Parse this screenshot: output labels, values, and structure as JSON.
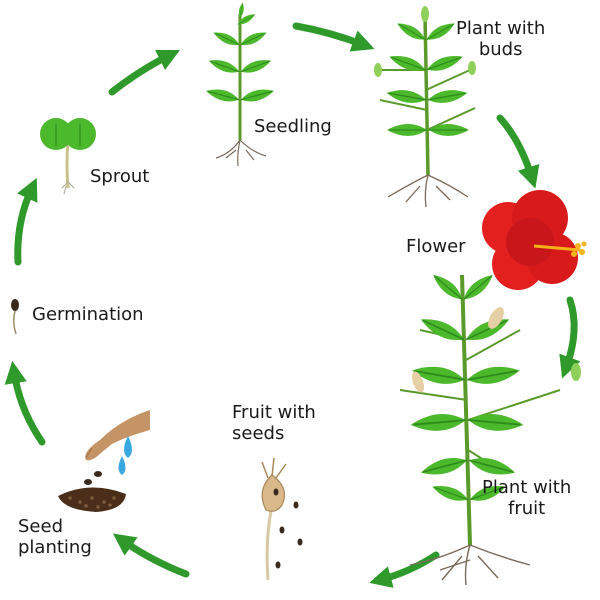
{
  "stages": [
    {
      "id": "seedling",
      "label_lines": [
        "Seedling"
      ]
    },
    {
      "id": "buds",
      "label_lines": [
        "Plant with",
        "buds"
      ]
    },
    {
      "id": "flower",
      "label_lines": [
        "Flower"
      ]
    },
    {
      "id": "fruit-plant",
      "label_lines": [
        "Plant with",
        "fruit"
      ]
    },
    {
      "id": "fruit-seeds",
      "label_lines": [
        "Fruit with",
        "seeds"
      ]
    },
    {
      "id": "planting",
      "label_lines": [
        "Seed",
        "planting"
      ]
    },
    {
      "id": "germination",
      "label_lines": [
        "Germination"
      ]
    },
    {
      "id": "sprout",
      "label_lines": [
        "Sprout"
      ]
    }
  ],
  "colors": {
    "arrow": "#2f9a2b",
    "leaf": "#4cb82c",
    "leaf_dark": "#2f8a1e",
    "stem": "#5a9a2a",
    "root": "#7a6a5a",
    "flower": "#e4201f",
    "stamen": "#f6b21a",
    "hand": "#c49366",
    "water": "#3aa8e0",
    "soil": "#4a2e1a",
    "seed": "#3a2a1e"
  }
}
